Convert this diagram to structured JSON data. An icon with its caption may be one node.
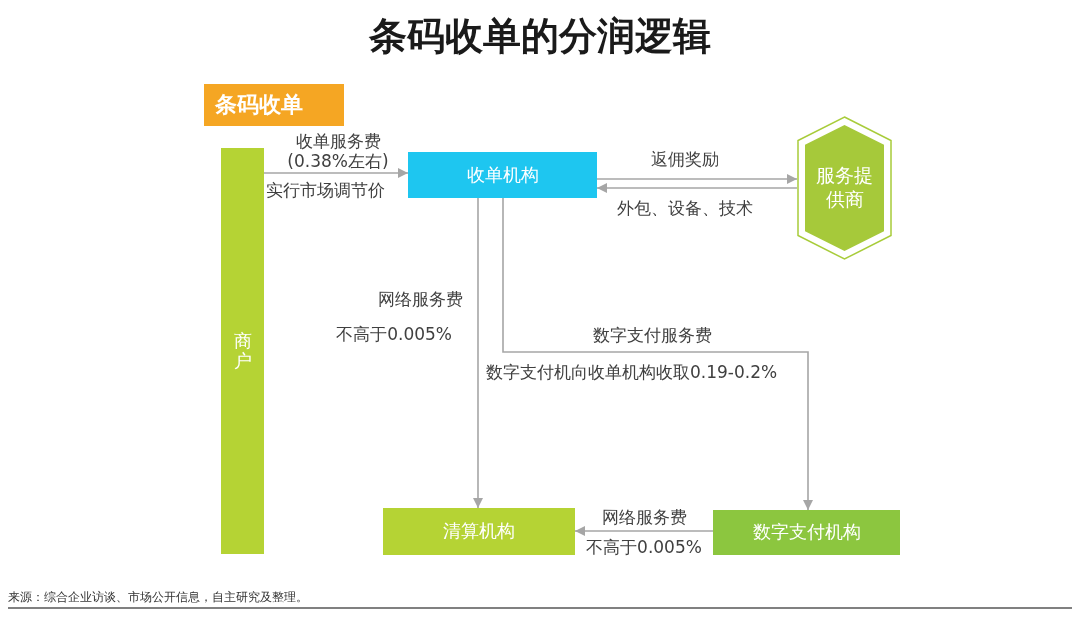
{
  "diagram": {
    "title": "条码收单的分润逻辑",
    "nodes": [
      {
        "text": [
          "条码收单"
        ]
      },
      {
        "text": [
          "商户"
        ]
      },
      {
        "text": [
          "收单机构"
        ]
      },
      {
        "text": [
          "服务提供商"
        ]
      },
      {
        "text": [
          "清算机构"
        ]
      },
      {
        "text": [
          "数字支付机构"
        ]
      }
    ],
    "edges": [
      {
        "from": 1,
        "to": 2,
        "arrow": "to",
        "label": "收单服务费(0.38%左右)"
      },
      {
        "from": 2,
        "to": 3,
        "arrow": "to",
        "label": "返佣奖励"
      },
      {
        "from": 3,
        "to": 2,
        "arrow": "to",
        "label": "外包、设备、技术"
      },
      {
        "from": 2,
        "to": 4,
        "arrow": "to",
        "label": "网络服务费"
      },
      {
        "from": 2,
        "to": 5,
        "arrow": "to",
        "label": "数字支付服务费"
      },
      {
        "from": 5,
        "to": 4,
        "arrow": "to",
        "label": "网络服务费"
      }
    ],
    "labels": [
      "实行市场调节价",
      "不高于0.005%",
      "数字支付机向收单机构收取0.19-0.2%",
      "不高于0.005%",
      "来源：综合企业访谈、市场公开信息，自主研究及整理。"
    ]
  }
}
